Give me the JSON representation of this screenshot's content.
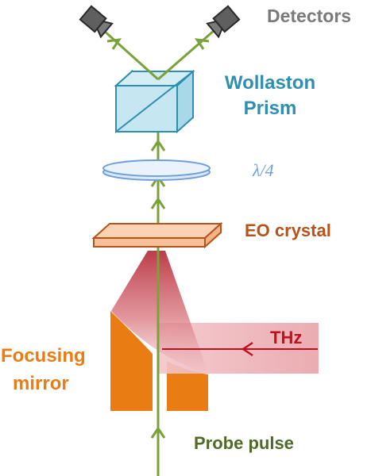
{
  "labels": {
    "detectors": "Detectors",
    "wollaston_line1": "Wollaston",
    "wollaston_line2": "Prism",
    "quarter_wave": "λ/4",
    "eo_crystal": "EO crystal",
    "thz": "THz",
    "focusing_line1": "Focusing",
    "focusing_line2": "mirror",
    "probe_pulse": "Probe pulse"
  },
  "colors": {
    "beam_green": "#7aa23a",
    "prism_blue": "#2f8fb0",
    "waveplate_blue": "#6f9fd8",
    "crystal_brown": "#b5531a",
    "thz_red": "#c0111f",
    "mirror_orange": "#ea7c14",
    "detector_gray": "#6d6d6d",
    "probe_green": "#4f6a28"
  },
  "icons": {
    "detector_left": "detector-camera-icon",
    "detector_right": "detector-camera-icon"
  }
}
